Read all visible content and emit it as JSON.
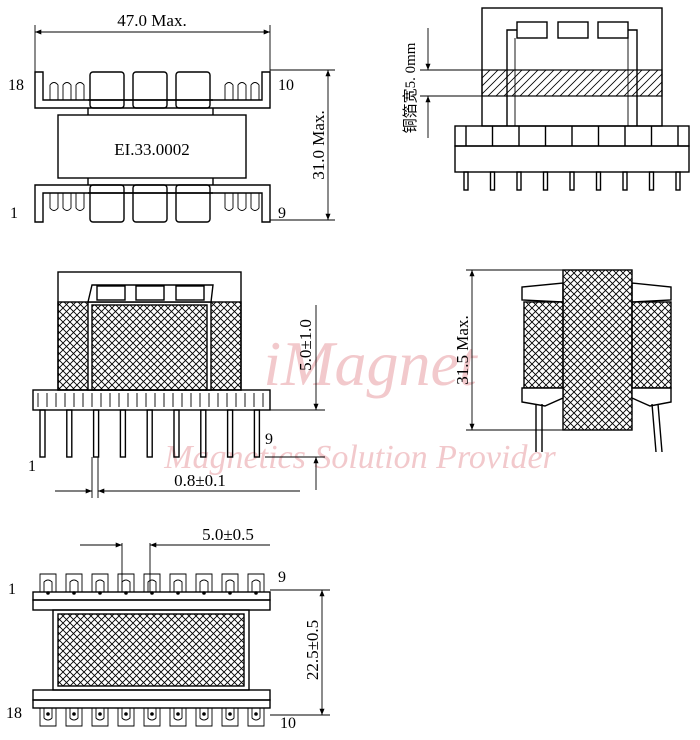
{
  "drawing": {
    "top_view": {
      "width_dim": "47.0 Max.",
      "height_dim": "31.0 Max.",
      "label_text": "EI.33.0002",
      "pin_top_left": "18",
      "pin_top_right": "10",
      "pin_bottom_left": "1",
      "pin_bottom_right": "9"
    },
    "side_view": {
      "foil_label": "铜箔宽5. 0mm"
    },
    "front_view": {
      "pin_length_dim": "5.0±1.0",
      "pin_width_dim": "0.8±0.1",
      "pin_left": "1",
      "pin_right": "9"
    },
    "end_view": {
      "height_dim": "31.5 Max."
    },
    "bottom_view": {
      "pitch_dim": "5.0±0.5",
      "row_spacing_dim": "22.5±0.5",
      "pin_top_left": "1",
      "pin_top_right": "9",
      "pin_bottom_left": "18",
      "pin_bottom_right": "10"
    },
    "watermark": {
      "brand": "iMagnet",
      "tagline": "Magnetics Solution Provider"
    }
  }
}
